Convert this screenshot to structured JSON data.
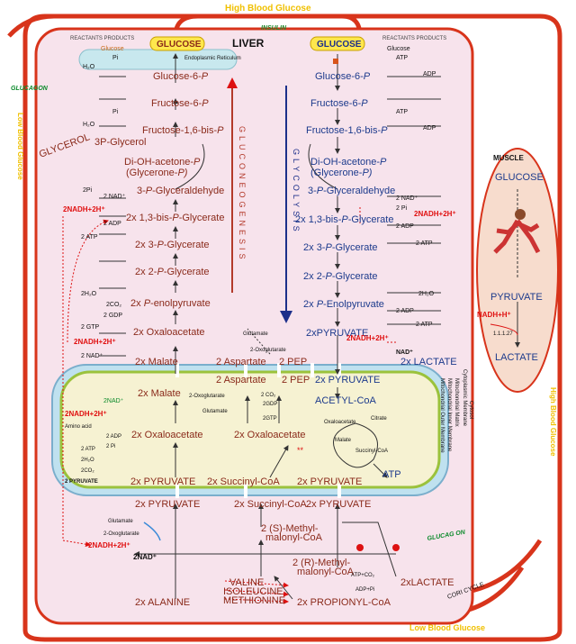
{
  "labels": {
    "high_glucose": "High Blood Glucose",
    "low_glucose_bottom": "Low Blood Glucose",
    "low_glucose_left": "Low Blood Glucose",
    "high_glucose_right": "High Blood Glucose",
    "insulin": "INSULIN",
    "glucagon_left": "GLUCAGON",
    "glucagon_bottom": "GLUCAG  ON",
    "liver": "LIVER",
    "muscle": "MUSCLE",
    "cori": "CORI CYCLE",
    "gluconeogenesis": "GLUCONEOGENESIS",
    "glycolysis": "GLYCOLYSIS",
    "reactants_products_left": "REACTANTS  PRODUCTS",
    "reactants_products_right": "REACTANTS  PRODUCTS",
    "er": "Endoplasmic Reticulum",
    "mito_outer": "Mitochondrial Outer Membrane",
    "mito_inner": "Mitochondrial Inner Membrane",
    "mito_matrix": "Mitochondrial Matrix",
    "cyto_membrane": "Cytoplasmic Membrane",
    "cytosol": "Cytosol"
  },
  "left_pathway": {
    "glucose_box": "GLUCOSE",
    "g6p": "Glucose-6-",
    "g6p_p": "P",
    "f6p": "Fructose-6-",
    "f6p_p": "P",
    "f16bp": "Fructose-1,6-bis-",
    "f16bp_p": "P",
    "dhap1": "Di-OH-acetone-",
    "dhap1_p": "P",
    "dhap2": "(Glycerone-",
    "dhap2_p": "P)",
    "g3p": "3-",
    "g3p_p": "P",
    "g3p_rest": "-Glyceraldehyde",
    "p3glycerol": "3P-Glycerol",
    "glycerol": "GLYCEROL",
    "bpg": "2x 1,3-bis-",
    "bpg_p": "P",
    "bpg_rest": "-Glycerate",
    "pg3": "2x 3-",
    "pg3_p": "P",
    "pg3_rest": "-Glycerate",
    "pg2": "2x 2-",
    "pg2_p": "P",
    "pg2_rest": "-Glycerate",
    "pep": "2x ",
    "pep_p": "P",
    "pep_rest": "-enolpyruvate",
    "oaa": "2x Oxaloacetate",
    "malate": "2x Malate",
    "aspartate": "2 Aspartate",
    "pep2": "2 PEP"
  },
  "left_cofactors": {
    "glucose_small": "Glucose",
    "pi1": "Pi",
    "h2o1": "H₂O",
    "pi2": "Pi",
    "h2o2": "H₂O",
    "twopi": "2Pi",
    "nad": "2 NAD⁺",
    "nadh": "2NADH+2H⁺",
    "adp": "2 ADP",
    "atp": "2 ATP",
    "h2o3": "2H₂O",
    "co2": "2CO₂",
    "gdp": "2 GDP",
    "gtp": "2 GTP",
    "nadh2": "2NADH+2H⁺",
    "nad2": "2 NAD⁺",
    "glutamate": "Glutamate",
    "oxoglut": "2-Oxoglutarate"
  },
  "right_pathway": {
    "glucose_box": "GLUCOSE",
    "g6p": "Glucose-6-",
    "g6p_p": "P",
    "f6p": "Fructose-6-",
    "f6p_p": "P",
    "f16bp": "Fructose-1,6-bis-",
    "f16bp_p": "P",
    "dhap1": "Di-OH-acetone-",
    "dhap1_p": "P",
    "dhap2": "(Glycerone-",
    "dhap2_p": "P)",
    "g3p": "3-",
    "g3p_p": "P",
    "g3p_rest": "-Glyceraldehyde",
    "bpg_n": "2x ",
    "bpg": "1,3-bis-",
    "bpg_p": "P",
    "bpg_rest": "-Glycerate",
    "pg3_n": "2x ",
    "pg3": "3-",
    "pg3_p": "P",
    "pg3_rest": "-Glycerate",
    "pg2_n": "2x ",
    "pg2": "2-",
    "pg2_p": "P",
    "pg2_rest": "-Glycerate",
    "pep_n": "2x ",
    "pep_p": "P",
    "pep_rest": "-Enolpyruvate",
    "pyruvate": "2xPYRUVATE",
    "lactate": "2x LACTATE"
  },
  "right_cofactors": {
    "glucose_small": "Glucose",
    "atp1": "ATP",
    "adp1": "ADP",
    "atp2": "ATP",
    "adp2": "ADP",
    "nad": "2 NAD⁺",
    "twopi": "2 Pi",
    "nadh": "2NADH+2H⁺",
    "adp3": "2 ADP",
    "atp3": "2 ATP",
    "h2o": "2H₂O",
    "adp4": "2 ADP",
    "atp4": "2 ATP",
    "nadh2": "2NADH+2H⁺",
    "nad2": "NAD⁺"
  },
  "mito": {
    "malate": "2x Malate",
    "aspartate": "2 Aspartate",
    "pep": "2 PEP",
    "pyruvate_top": "2x PYRUVATE",
    "acetylcoa": "ACETYL-CoA",
    "citrate": "Citrate",
    "oxaloacetate_s": "Oxaloacetate",
    "malate_s": "Malate",
    "succinyl_s": "Succinyl-CoA",
    "atp": "ATP",
    "oaa_left": "2x Oxaloacetate",
    "oaa_mid": "2x Oxaloacetate",
    "stars": "**",
    "pyruvate_bl": "2x PYRUVATE",
    "succinyl": "2x   Succinyl-CoA",
    "pyruvate_br": "2x PYRUVATE",
    "nad": "2NAD⁺",
    "nadh": "2NADH+2H⁺",
    "amino": "Amino acid",
    "oxoglut": "2-Oxoglutarate",
    "glutamate": "Glutamate",
    "co2": "2 CO₂",
    "gdp": "2GDP",
    "gtp": "2GTP",
    "adp": "2 ADP",
    "pi": "2 Pi",
    "atp2": "2 ATP",
    "h2o": "2H₂O",
    "co2b": "2CO₂",
    "pyrsmall": "2 PYRUVATE"
  },
  "bottom": {
    "pyruvate": "2x PYRUVATE",
    "succinyl": "2x Succinyl-CoA",
    "pyruvate2": "2x PYRUVATE",
    "glutamate": "Glutamate",
    "oxoglut": "2-Oxoglutarate",
    "nadh": "2NADH+2H⁺",
    "nad": "2NAD⁺",
    "smethyl1": "2 (S)-Methyl-",
    "smethyl2": "malonyl-CoA",
    "rmethyl1": "2 (R)-Methyl-",
    "rmethyl2": "malonyl-CoA",
    "atpco2": "ATP+CO₂",
    "adppi": "ADP+Pi",
    "lactate": "2xLACTATE",
    "alanine": "2x ALANINE",
    "valine": "VALINE",
    "isoleucine": "ISOLEUCINE",
    "methionine": "METHIONINE",
    "propionyl": "2x PROPIONYL-CoA"
  },
  "muscle": {
    "glucose": "GLUCOSE",
    "pyruvate": "PYRUVATE",
    "nadh": "NADH+H⁺",
    "ec": "1.1.1.27",
    "lactate": "LACTATE"
  }
}
